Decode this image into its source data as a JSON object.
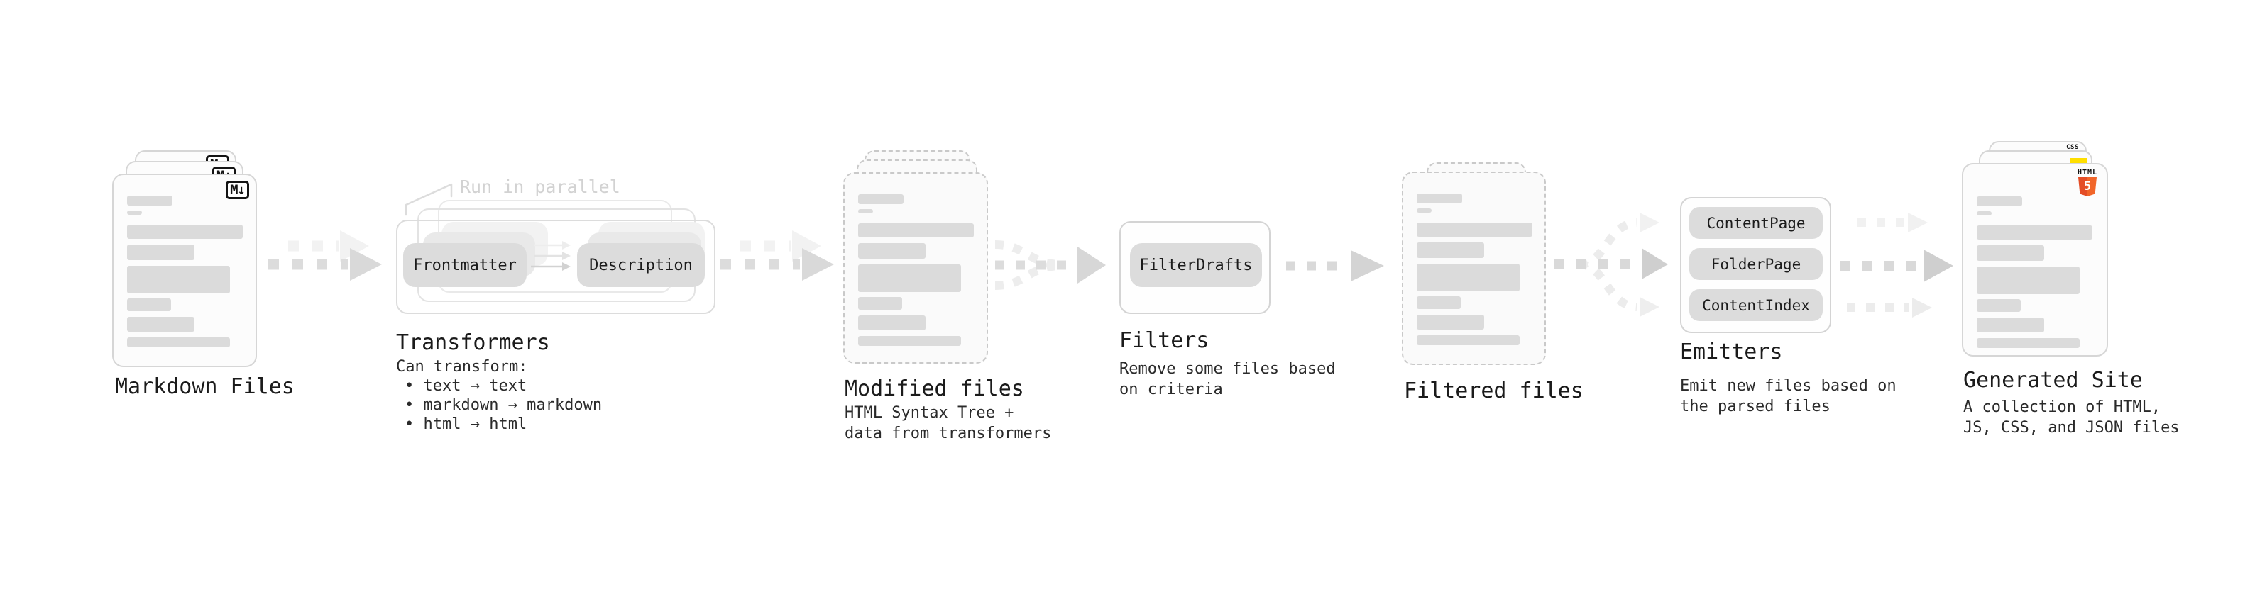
{
  "stages": {
    "markdown_files": {
      "title": "Markdown Files",
      "badge": "M↓"
    },
    "transformers": {
      "title": "Transformers",
      "note": "Run in parallel",
      "pills": [
        "Frontmatter",
        "Description"
      ],
      "caption_heading": "Can transform:",
      "bullets": [
        "• text → text",
        "• markdown → markdown",
        "• html → html"
      ]
    },
    "modified_files": {
      "title": "Modified files",
      "caption": [
        "HTML Syntax Tree +",
        "data from transformers"
      ]
    },
    "filters": {
      "title": "Filters",
      "pills": [
        "FilterDrafts"
      ],
      "caption": [
        "Remove some files based",
        "on criteria"
      ]
    },
    "filtered_files": {
      "title": "Filtered files"
    },
    "emitters": {
      "title": "Emitters",
      "pills": [
        "ContentPage",
        "FolderPage",
        "ContentIndex"
      ],
      "caption": [
        "Emit new files based on",
        "the parsed files"
      ]
    },
    "generated_site": {
      "title": "Generated Site",
      "caption": [
        "A collection of HTML,",
        "JS, CSS, and JSON files"
      ],
      "badges": {
        "css": "CSS",
        "html_label": "HTML",
        "html_number": "5"
      }
    }
  },
  "colors": {
    "arrow_main": "#d9d9d9",
    "arrow_head_dark": "#cfcfcf",
    "arrow_ghost": "#f1f1f1",
    "pill_bg": "#dcdcdc",
    "card_border": "#d6d6d6",
    "dashed_border": "#c9c9c9",
    "bar_fill": "#dbdbdb",
    "html5_orange": "#e44d26",
    "js_yellow": "#ffdf00",
    "css_blue": "#2b6bf3",
    "note_gray": "#d2d2d2"
  }
}
